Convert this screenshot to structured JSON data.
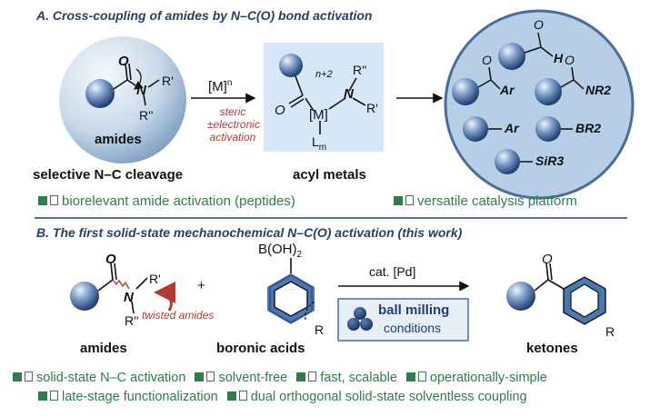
{
  "section_a": {
    "title": "A. Cross-coupling of amides by N–C(O) bond activation",
    "amides_label": "amides",
    "selective_label": "selective N–C cleavage",
    "metal_label": "[M]",
    "metal_sup": "n",
    "steric": "steric",
    "electronic": "±electronic",
    "activation": "activation",
    "acyl_metals": "acyl metals",
    "n2": "n+2",
    "L_m": "L",
    "L_sub": "m",
    "products": [
      "Ar",
      "H",
      "NR2",
      "Ar",
      "BR2",
      "SiR3"
    ],
    "benefits": [
      "biorelevant amide activation (peptides)",
      "versatile catalysis platform"
    ]
  },
  "section_b": {
    "title": "B. The first solid-state mechanochemical N–C(O) activation (this work)",
    "twisted": "twisted amides",
    "plus": "+",
    "boron": "B(OH)",
    "boron_sub": "2",
    "catalyst": "cat. [Pd]",
    "ball_milling": "ball milling",
    "conditions": "conditions",
    "amides_label": "amides",
    "boronic_label": "boronic acids",
    "ketones_label": "ketones",
    "benefits_row1": [
      "solid-state N–C activation",
      "solvent-free",
      "fast, scalable",
      "operationally-simple"
    ],
    "benefits_row2": [
      "late-stage functionalization",
      "dual orthogonal solid-state solventless coupling"
    ]
  },
  "colors": {
    "title": "#2a3f5f",
    "green": "#2e7d4a",
    "red": "#c0392b",
    "sphere": "#5b7fb5",
    "panel": "#d6e8f7"
  }
}
